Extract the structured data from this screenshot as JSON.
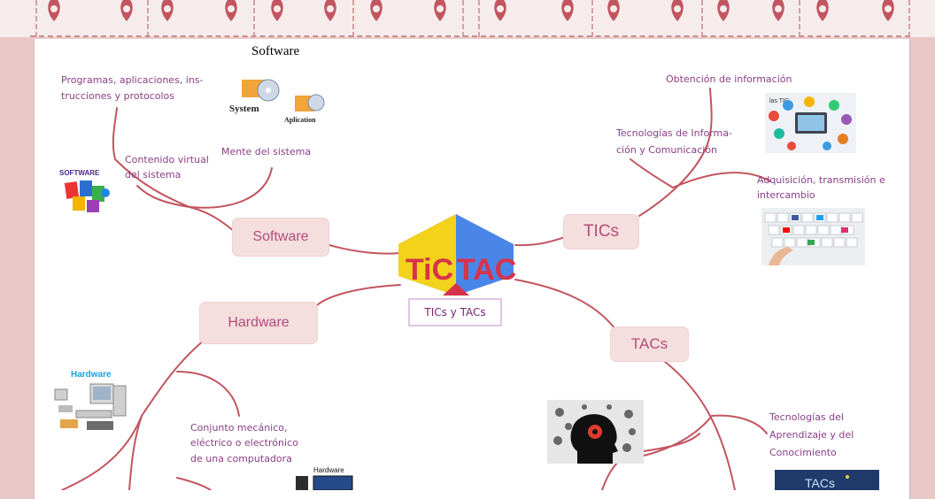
{
  "center": {
    "logo_left": "TiC",
    "logo_right": "TAC",
    "caption": "TICs y TACs"
  },
  "nodes": {
    "software": "Software",
    "hardware": "Hardware",
    "tics": "TICs",
    "tacs": "TACs"
  },
  "texts": {
    "software_image_title": "Software",
    "programas_line1": "Programas, aplicaciones, ins-",
    "programas_line2": "trucciones y protocolos",
    "contenido_line1": "Contenido virtual",
    "contenido_line2": "del sistema",
    "mente": "Mente del sistema",
    "obtencion": "Obtención de  información",
    "tecnologias_ic_line1": "Tecnologías de Informa-",
    "tecnologias_ic_line2": "ción y Comunicación",
    "adquisicion_line1": "Adquisición, transmisión e",
    "adquisicion_line2": "intercambio",
    "conjunto_line1": "Conjunto mecánico,",
    "conjunto_line2": "eléctrico o electrónico",
    "conjunto_line3": "de una computadora",
    "tac_desc_line1": "Tecnologías del",
    "tac_desc_line2": "Aprendizaje y del",
    "tac_desc_line3": "Conocimiento"
  },
  "image_labels": {
    "system": "System",
    "aplication": "Aplication",
    "software_box": "SOFTWARE",
    "hardware_blue": "Hardware",
    "hardware_black": "Hardware",
    "las_tic": "las TIC",
    "tacs_banner": "TACs"
  },
  "colors": {
    "line": "#c2555f",
    "node_bg": "#f5dede",
    "node_text": "#b24e7a",
    "desc_text": "#8a3f87",
    "logo_yellow": "#f3d21b",
    "logo_blue": "#4a86e8",
    "logo_red": "#d8324a"
  }
}
